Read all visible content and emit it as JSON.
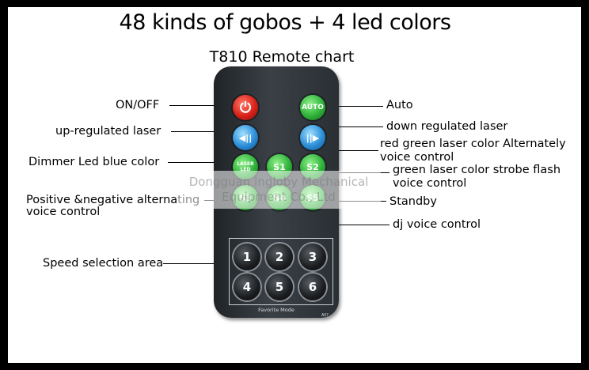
{
  "title": "48 kinds of gobos + 4 led colors",
  "subtitle": "T810 Remote chart",
  "labels": {
    "on_off": "ON/OFF",
    "auto": "Auto",
    "up_laser": "up-regulated laser",
    "down_laser": "down regulated laser",
    "red_green_1": "red green laser color Alternately",
    "red_green_2": "voice control",
    "dimmer": "Dimmer Led blue color",
    "green_strobe_1": "green laser color strobe flash",
    "green_strobe_2": "voice control",
    "pos_neg_1": "Positive &negative alternating",
    "pos_neg_2": "voice control",
    "standby": "Standby",
    "dj": "dj voice control",
    "speed": "Speed selection area"
  },
  "remote": {
    "power_glyph": "⏻",
    "auto_label": "AUTO",
    "up_glyph": "◀||",
    "down_glyph": "||▶",
    "laser_led_line1": "LASER",
    "laser_led_line2": "LED",
    "s1": "S1",
    "s2": "S2",
    "s3": "S3",
    "s4": "S4",
    "s5": "S5",
    "speed_buttons": [
      "1",
      "2",
      "3",
      "4",
      "5",
      "6"
    ],
    "footer": "Favorite Mode",
    "model": "A67"
  },
  "watermark": {
    "line1": "Dongguan Ingloby Mechanical",
    "line2": "Equipment Co., Ltd"
  },
  "colors": {
    "background": "#ffffff",
    "frame": "#000000",
    "remote_body": "#2a2f34",
    "power_button": "#d9221a",
    "green_buttons": "#2fb23a",
    "blue_buttons": "#2c8fd8"
  }
}
